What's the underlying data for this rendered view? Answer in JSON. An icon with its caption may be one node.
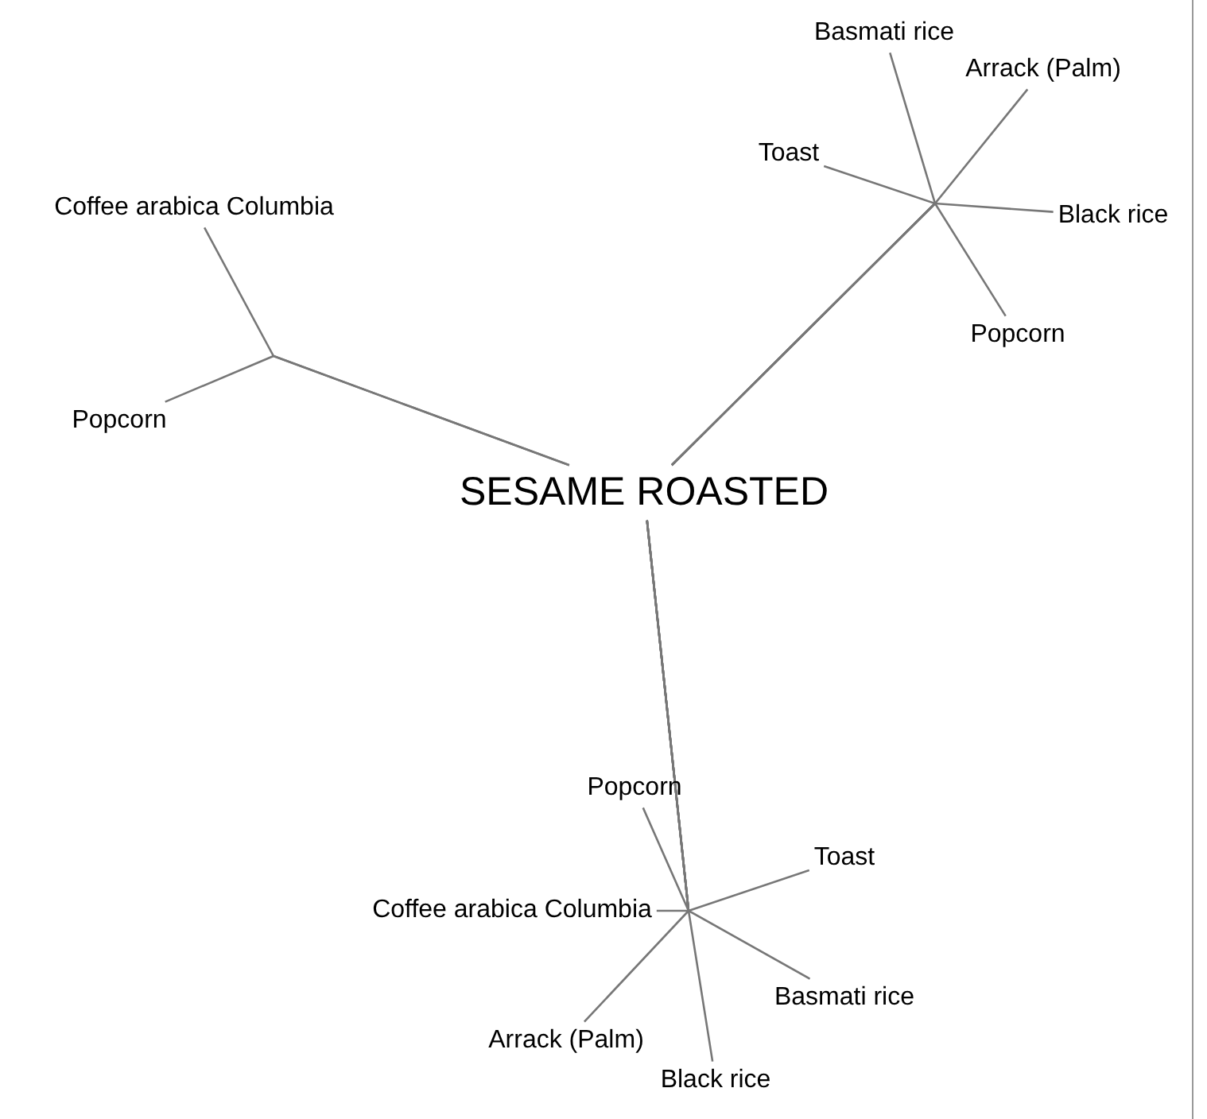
{
  "diagram": {
    "nodes": [
      {
        "text": [
          "Basmati rice"
        ]
      },
      {
        "text": [
          "Arrack (Palm)"
        ]
      },
      {
        "text": [
          "Toast"
        ]
      },
      {
        "text": [
          "Coffee arabica Columbia"
        ]
      },
      {
        "text": [
          "Black rice"
        ]
      },
      {
        "text": [
          "Popcorn"
        ]
      },
      {
        "text": [
          "Popcorn"
        ]
      },
      {
        "text": [
          "SESAME ROASTED"
        ]
      },
      {
        "text": [
          "Popcorn"
        ]
      },
      {
        "text": [
          "Toast"
        ]
      },
      {
        "text": [
          "Coffee arabica Columbia"
        ]
      },
      {
        "text": [
          "Basmati rice"
        ]
      },
      {
        "text": [
          "Arrack (Palm)"
        ]
      },
      {
        "text": [
          "Black rice"
        ]
      }
    ],
    "edges": [
      {
        "from": 7,
        "to": 0,
        "arrow": "none"
      },
      {
        "from": 7,
        "to": 1,
        "arrow": "none"
      },
      {
        "from": 7,
        "to": 2,
        "arrow": "none"
      },
      {
        "from": 7,
        "to": 4,
        "arrow": "none"
      },
      {
        "from": 7,
        "to": 5,
        "arrow": "none"
      },
      {
        "from": 7,
        "to": 3,
        "arrow": "none"
      },
      {
        "from": 7,
        "to": 6,
        "arrow": "none"
      },
      {
        "from": 7,
        "to": 8,
        "arrow": "none"
      },
      {
        "from": 7,
        "to": 9,
        "arrow": "none"
      },
      {
        "from": 7,
        "to": 10,
        "arrow": "none"
      },
      {
        "from": 7,
        "to": 11,
        "arrow": "none"
      },
      {
        "from": 7,
        "to": 12,
        "arrow": "none"
      },
      {
        "from": 7,
        "to": 13,
        "arrow": "none"
      }
    ]
  }
}
